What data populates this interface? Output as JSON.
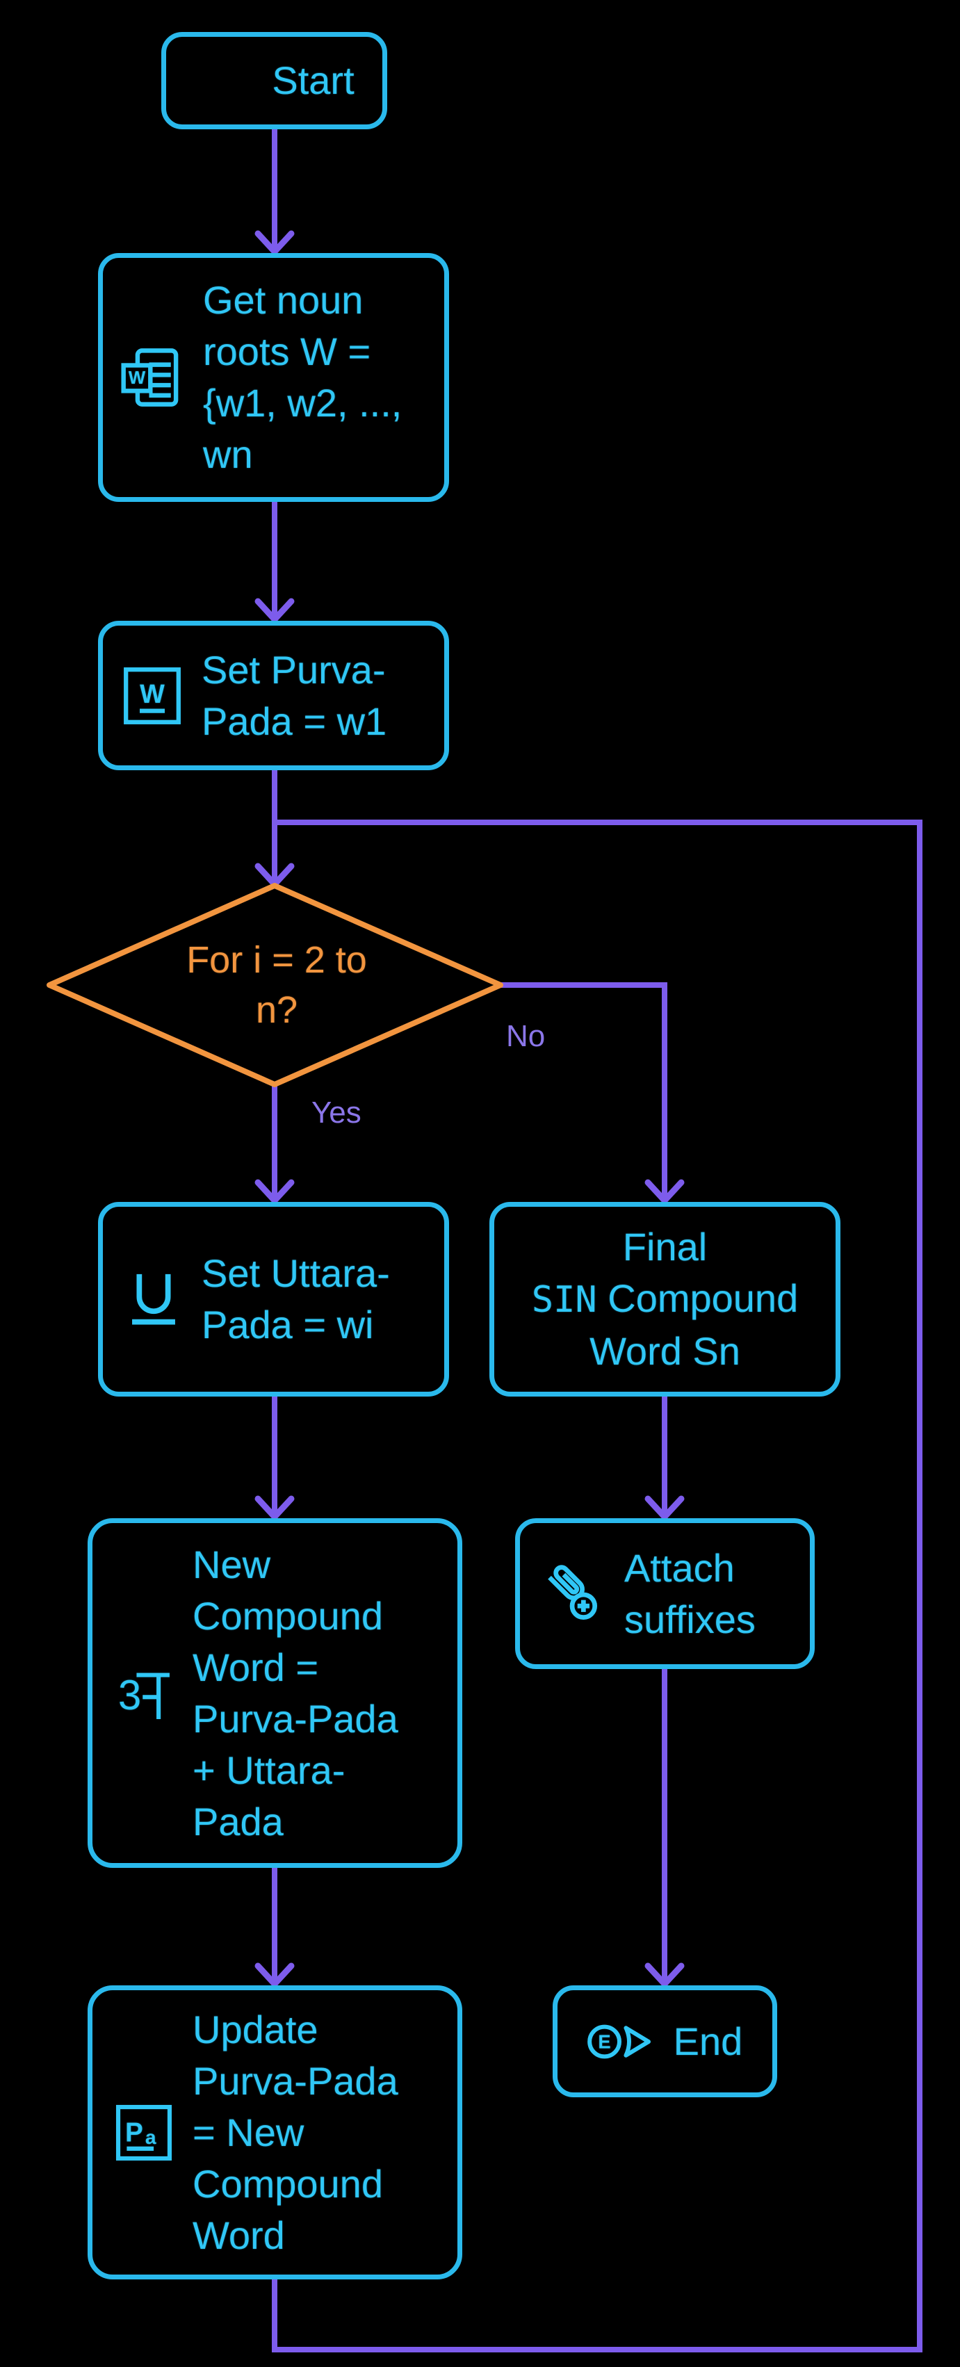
{
  "palette": {
    "background": "#000000",
    "node_border_cyan": "#2ab9ec",
    "node_text_cyan": "#30c7f6",
    "edge_purple": "#7d5cec",
    "edge_label_purple": "#8b76e9",
    "decision_orange": "#f2953f"
  },
  "nodes": {
    "start": {
      "label": "Start"
    },
    "get_noun": {
      "label": "Get noun\nroots W =\n{w1, w2, ...,\nwn"
    },
    "set_purva": {
      "label": "Set Purva-\nPada = w1"
    },
    "decision": {
      "label": "For i = 2 to\nn?"
    },
    "set_uttara": {
      "label": "Set Uttara-\nPada = wi"
    },
    "final": {
      "line1": "Final",
      "badge": "SIN",
      "line2": "Compound",
      "line3": "Word Sn"
    },
    "new_compound": {
      "label": "New\nCompound\nWord =\nPurva-Pada\n+ Uttara-\nPada"
    },
    "attach": {
      "label": "Attach\nsuffixes"
    },
    "update": {
      "label": "Update\nPurva-Pada\n= New\nCompound\nWord"
    },
    "end": {
      "label": "End"
    }
  },
  "edges": {
    "yes_label": "Yes",
    "no_label": "No"
  },
  "icons": {
    "word_doc_letter": "W",
    "boxed_w_letter": "W",
    "devanagari_part": "3",
    "pa_letter_p": "P",
    "pa_letter_a": "a",
    "end_letter": "E"
  }
}
